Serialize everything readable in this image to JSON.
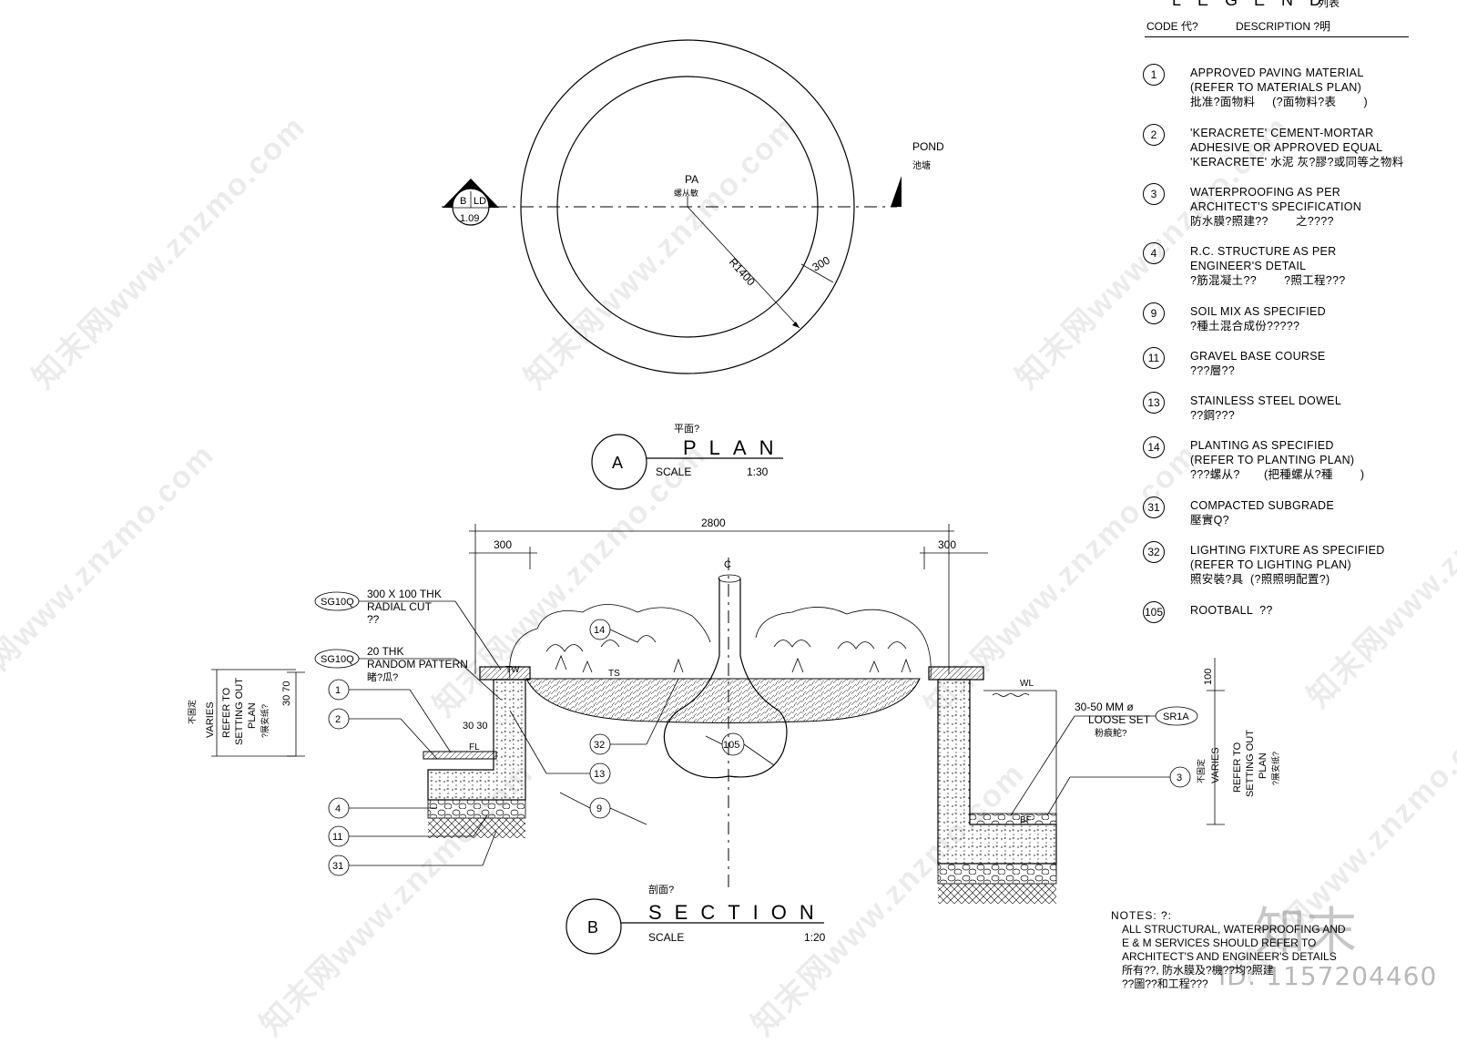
{
  "plan": {
    "title": "PLAN",
    "title_cn": "平面?",
    "scale_label": "SCALE",
    "scale_value": "1:30",
    "marker": "A",
    "pa_label": "PA",
    "pa_cn": "螺从敏",
    "radius_label": "R1400",
    "ring_width": "300",
    "pond_label": "POND",
    "pond_cn": "池塘",
    "section_ref_top_left": "B",
    "section_ref_top_right": "LD",
    "section_ref_bottom": "1.09"
  },
  "section": {
    "title": "SECTION",
    "title_cn": "剖面?",
    "scale_label": "SCALE",
    "scale_value": "1:20",
    "marker": "B",
    "overall_dim": "2800",
    "left_dim": "300",
    "right_dim": "300",
    "centerline": "C",
    "tag1_code": "SG10Q",
    "tag1_text": [
      "300 X 100 THK",
      "RADIAL CUT",
      "??"
    ],
    "tag2_code": "SG10Q",
    "tag2_text": [
      "20 THK",
      "RANDOM PATTERN",
      "睹?瓜?"
    ],
    "sr_code": "SR1A",
    "sr_text": [
      "30-50 MM ø",
      "LOOSE SET",
      "粉痕鮀?"
    ],
    "level_tw": "TW",
    "level_ts": "TS",
    "level_fl": "FL",
    "level_wl": "WL",
    "level_bf": "BF",
    "dim_30_70": "30  70",
    "dim_30_30": "30 30",
    "dim_100": "100",
    "left_note": [
      "不固定",
      "VARIES",
      "REFER TO",
      "SETTING OUT",
      "PLAN",
      "?展安纸?"
    ],
    "right_note": [
      "不固定",
      "VARIES",
      "REFER TO",
      "SETTING OUT",
      "PLAN",
      "?展安纸?"
    ],
    "callouts_left": [
      "1",
      "2",
      "4",
      "11",
      "31"
    ],
    "callouts_mid": [
      "14",
      "32",
      "13",
      "9",
      "105"
    ],
    "callouts_right": [
      "3"
    ]
  },
  "legend": {
    "title": "LEGEND",
    "title_cn": "列表",
    "code_header": "CODE 代?",
    "desc_header": "DESCRIPTION ?明",
    "items": [
      {
        "code": "1",
        "text": "APPROVED PAVING MATERIAL\n(REFER TO MATERIALS PLAN)\n批准?面物料     (?面物料?表        )"
      },
      {
        "code": "2",
        "text": "'KERACRETE' CEMENT-MORTAR\nADHESIVE OR APPROVED EQUAL\n'KERACRETE' 水泥 灰?膠?或同等之物料"
      },
      {
        "code": "3",
        "text": "WATERPROOFING AS PER\nARCHITECT'S SPECIFICATION\n防水膜?照建??        之????"
      },
      {
        "code": "4",
        "text": "R.C. STRUCTURE AS PER\nENGINEER'S DETAIL\n?筋混凝土??        ?照工程???"
      },
      {
        "code": "9",
        "text": "SOIL MIX AS SPECIFIED\n?種土混合成份?????"
      },
      {
        "code": "11",
        "text": "GRAVEL BASE COURSE\n???層??"
      },
      {
        "code": "13",
        "text": "STAINLESS STEEL DOWEL\n??鋼???"
      },
      {
        "code": "14",
        "text": "PLANTING AS SPECIFIED\n(REFER TO PLANTING PLAN)\n???螺从?       (把種螺从?種        )"
      },
      {
        "code": "31",
        "text": "COMPACTED SUBGRADE\n壓實Q?"
      },
      {
        "code": "32",
        "text": "LIGHTING FIXTURE AS SPECIFIED\n(REFER TO LIGHTING PLAN)\n照安裝?具  (?照照明配置?)"
      },
      {
        "code": "105",
        "text": "ROOTBALL  ??"
      }
    ]
  },
  "notes": {
    "title": "NOTES: ?:",
    "body": "ALL STRUCTURAL, WATERPROOFING AND\nE & M SERVICES SHOULD REFER TO\nARCHITECT'S AND ENGINEER'S DETAILS\n所有??, 防水膜及?機??均?照建\n??圖??和工程???"
  },
  "watermark": {
    "text": "知末网www.znzmo.com",
    "logo": "知末",
    "id": "ID: 1157204460"
  },
  "colors": {
    "ink": "#000000",
    "background": "#ffffff",
    "watermark": "#d0d0d0"
  }
}
